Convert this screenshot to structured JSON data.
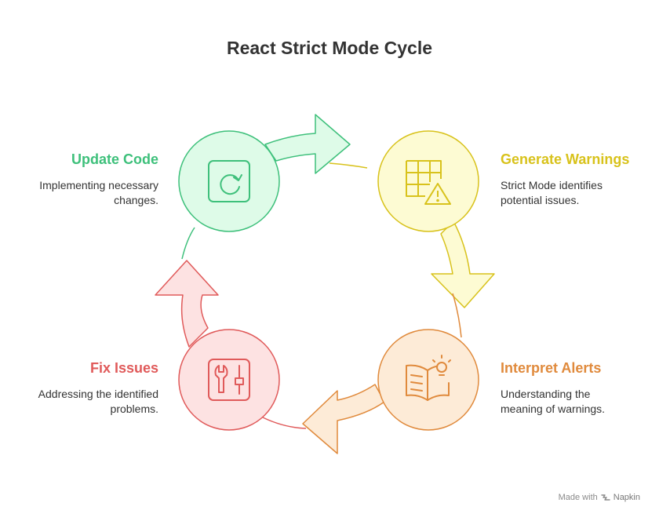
{
  "title": "React Strict Mode Cycle",
  "steps": [
    {
      "heading": "Update Code",
      "description": "Implementing necessary changes.",
      "line1": "Implementing necessary",
      "line2": "changes.",
      "color": "#3ec07b",
      "fill": "#defbe8",
      "icon": "refresh-icon"
    },
    {
      "heading": "Generate Warnings",
      "description": "Strict Mode identifies potential issues.",
      "line1": "Strict Mode identifies",
      "line2": "potential issues.",
      "color": "#d8c21b",
      "fill": "#fdfbd3",
      "icon": "grid-warning-icon"
    },
    {
      "heading": "Interpret Alerts",
      "description": "Understanding the meaning of warnings.",
      "line1": "Understanding the",
      "line2": "meaning of warnings.",
      "color": "#e08a3c",
      "fill": "#fdebd7",
      "icon": "book-lightbulb-icon"
    },
    {
      "heading": "Fix Issues",
      "description": "Addressing the identified problems.",
      "line1": "Addressing the identified",
      "line2": "problems.",
      "color": "#e05a5a",
      "fill": "#fde2e2",
      "icon": "tools-icon"
    }
  ],
  "footer": {
    "made_with": "Made with",
    "brand": "Napkin"
  }
}
